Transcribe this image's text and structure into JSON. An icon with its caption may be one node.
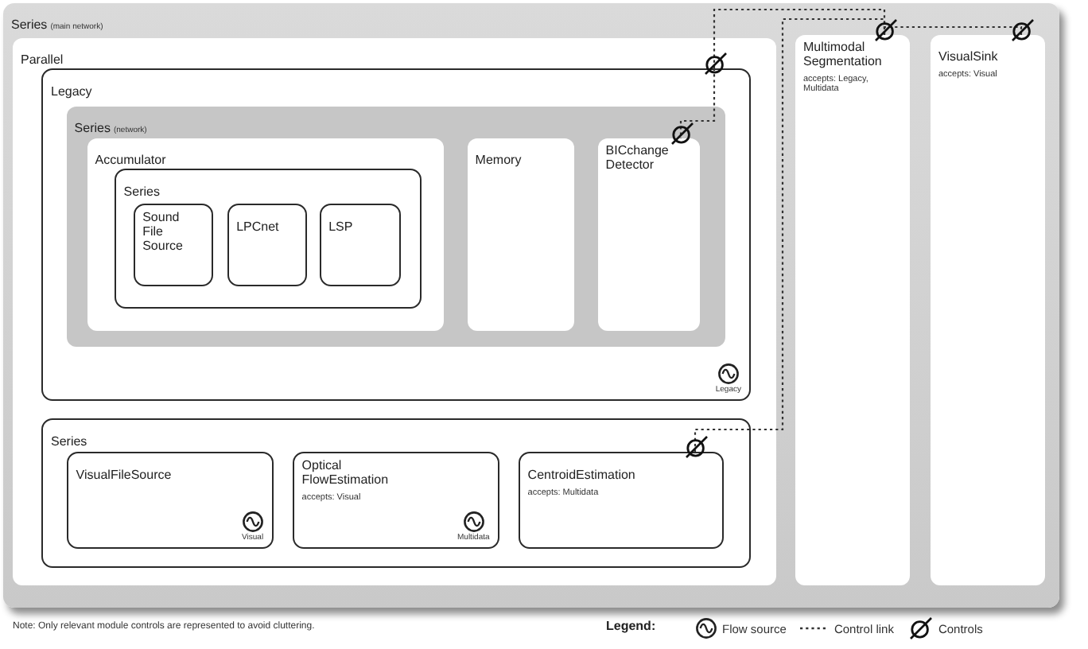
{
  "diagram": {
    "nodes": [
      {
        "text": [
          "Series",
          "(main network)"
        ]
      },
      {
        "text": [
          "Parallel"
        ],
        "in": 0
      },
      {
        "text": [
          "Legacy",
          "Legacy"
        ],
        "in": 1
      },
      {
        "text": [
          "Series",
          "(network)"
        ],
        "in": 2
      },
      {
        "text": [
          "Accumulator"
        ],
        "in": 3
      },
      {
        "text": [
          "Series"
        ],
        "in": 4
      },
      {
        "text": [
          "Sound File Source"
        ],
        "in": 5
      },
      {
        "text": [
          "LPCnet"
        ],
        "in": 5
      },
      {
        "text": [
          "LSP"
        ],
        "in": 5
      },
      {
        "text": [
          "Memory"
        ],
        "in": 3
      },
      {
        "text": [
          "BICchange Detector"
        ],
        "in": 3
      },
      {
        "text": [
          "Series"
        ],
        "in": 1
      },
      {
        "text": [
          "VisualFileSource",
          "Visual"
        ],
        "in": 11
      },
      {
        "text": [
          "Optical FlowEstimation",
          "accepts: Visual",
          "Multidata"
        ],
        "in": 11
      },
      {
        "text": [
          "CentroidEstimation",
          "accepts: Multidata"
        ],
        "in": 11
      },
      {
        "text": [
          "Multimodal Segmentation",
          "accepts: Legacy, Multidata"
        ],
        "in": 0
      },
      {
        "text": [
          "VisualSink",
          "accepts: Visual"
        ],
        "in": 0
      }
    ],
    "edges": [
      {
        "from": 15,
        "to": 2,
        "arrow": "none",
        "style": "dashed"
      },
      {
        "from": 2,
        "to": 10,
        "arrow": "none",
        "style": "dashed"
      },
      {
        "from": 15,
        "to": 14,
        "arrow": "none",
        "style": "dashed"
      },
      {
        "from": 16,
        "to": 15,
        "arrow": "none",
        "style": "dashed"
      }
    ],
    "labels": [
      "Note: Only relevant module controls are represented to avoid cluttering.",
      "Legend:"
    ],
    "legend": [
      {
        "text": "Flow source"
      },
      {
        "text": "Control link"
      },
      {
        "text": "Controls"
      }
    ]
  }
}
